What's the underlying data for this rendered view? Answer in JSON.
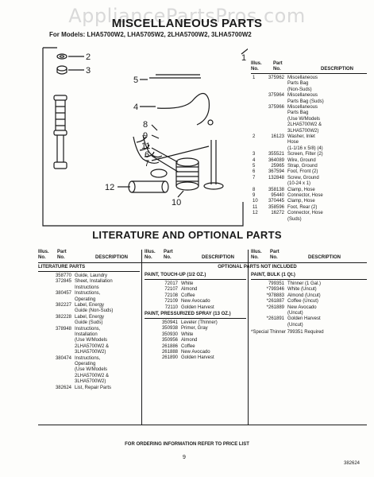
{
  "watermark": "AppliancePartsPros.com",
  "title": "MISCELLANEOUS PARTS",
  "models": "For Models: LHA5700W2, LHA5705W2, 2LHA5700W2, 3LHA5700W2",
  "callouts": [
    "2",
    "3",
    "5",
    "4",
    "8",
    "9",
    "11",
    "6",
    "7",
    "10",
    "12",
    "1"
  ],
  "misc_headers": {
    "illus": "Illus.",
    "illus2": "No.",
    "part": "Part",
    "part2": "No.",
    "desc": "DESCRIPTION"
  },
  "misc_rows": [
    {
      "i": "1",
      "p": "375962",
      "d": "Miscellaneous"
    },
    {
      "i": "",
      "p": "",
      "d": "Parts Bag"
    },
    {
      "i": "",
      "p": "",
      "d": "(Non-Suds)"
    },
    {
      "i": "",
      "p": "375964",
      "d": "Miscellaneous"
    },
    {
      "i": "",
      "p": "",
      "d": "Parts Bag (Suds)"
    },
    {
      "i": "",
      "p": "375966",
      "d": "Miscellaneous"
    },
    {
      "i": "",
      "p": "",
      "d": "Parts Bag"
    },
    {
      "i": "",
      "p": "",
      "d": "(Use W/Models"
    },
    {
      "i": "",
      "p": "",
      "d": "2LHA5700W2 &"
    },
    {
      "i": "",
      "p": "",
      "d": "3LHA5700W2)"
    },
    {
      "i": "2",
      "p": "16123",
      "d": "Washer, Inlet"
    },
    {
      "i": "",
      "p": "",
      "d": "Hose"
    },
    {
      "i": "",
      "p": "",
      "d": "(1-1/16 x 5/8) (4)"
    },
    {
      "i": "3",
      "p": "355521",
      "d": "Screen, Filter (2)"
    },
    {
      "i": "4",
      "p": "364089",
      "d": "Wire, Ground"
    },
    {
      "i": "5",
      "p": "25965",
      "d": "Strap, Ground"
    },
    {
      "i": "6",
      "p": "367594",
      "d": "Foot, Front (2)"
    },
    {
      "i": "7",
      "p": "132848",
      "d": "Screw, Ground"
    },
    {
      "i": "",
      "p": "",
      "d": "(10-24 x 1)"
    },
    {
      "i": "8",
      "p": "358138",
      "d": "Clamp, Hose"
    },
    {
      "i": "9",
      "p": "95440",
      "d": "Connector, Hose"
    },
    {
      "i": "10",
      "p": "370445",
      "d": "Clamp, Hose"
    },
    {
      "i": "11",
      "p": "358596",
      "d": "Foot, Rear (2)"
    },
    {
      "i": "12",
      "p": "16272",
      "d": "Connector, Hose"
    },
    {
      "i": "",
      "p": "",
      "d": "(Suds)"
    }
  ],
  "literature_title": "LITERATURE AND OPTIONAL PARTS",
  "lit_headers": {
    "illus": "Illus.",
    "no": "No.",
    "part": "Part",
    "partno": "No.",
    "desc": "DESCRIPTION"
  },
  "col1_section": "LITERATURE PARTS",
  "col1_rows": [
    {
      "p": "358770",
      "d": "Guide, Laundry"
    },
    {
      "p": "372845",
      "d": "Sheet, Installation"
    },
    {
      "p": "",
      "d": "Instructions"
    },
    {
      "p": "380457",
      "d": "Instructions,"
    },
    {
      "p": "",
      "d": "Operating"
    },
    {
      "p": "382227",
      "d": "Label, Energy"
    },
    {
      "p": "",
      "d": "Guide (Non-Suds)"
    },
    {
      "p": "382228",
      "d": "Label, Energy"
    },
    {
      "p": "",
      "d": "Guide (Suds)"
    },
    {
      "p": "378948",
      "d": "Instructions,"
    },
    {
      "p": "",
      "d": "Installation"
    },
    {
      "p": "",
      "d": "(Use W/Models"
    },
    {
      "p": "",
      "d": "2LHA5700W2 &"
    },
    {
      "p": "",
      "d": "3LHA5700W2)"
    },
    {
      "p": "380474",
      "d": "Instructions,"
    },
    {
      "p": "",
      "d": "Operating"
    },
    {
      "p": "",
      "d": "(Use W/Models"
    },
    {
      "p": "",
      "d": "2LHA5700W2 &"
    },
    {
      "p": "",
      "d": "3LHA5700W2)"
    },
    {
      "p": "382624",
      "d": "List, Repair Parts"
    }
  ],
  "optional_header": "OPTIONAL PARTS NOT INCLUDED",
  "touchup_title": "PAINT, TOUCH-UP (1/2 OZ.)",
  "touchup_rows": [
    {
      "p": "72017",
      "d": "White"
    },
    {
      "p": "72107",
      "d": "Almond"
    },
    {
      "p": "72108",
      "d": "Coffee"
    },
    {
      "p": "72109",
      "d": "New Avocado"
    },
    {
      "p": "72110",
      "d": "Golden Harvest"
    }
  ],
  "spray_title": "PAINT, PRESSURIZED SPRAY (13 OZ.)",
  "spray_rows": [
    {
      "p": "350941",
      "d": "Leveler (Thinner)"
    },
    {
      "p": "350938",
      "d": "Primer, Gray"
    },
    {
      "p": "350930",
      "d": "White"
    },
    {
      "p": "350956",
      "d": "Almond"
    },
    {
      "p": "261886",
      "d": "Coffee"
    },
    {
      "p": "261888",
      "d": "New Avocado"
    },
    {
      "p": "261890",
      "d": "Golden Harvest"
    }
  ],
  "bulk_title": "PAINT, BULK (1 Qt.)",
  "bulk_rows": [
    {
      "p": "799351",
      "d": "Thinner (1 Gal.)"
    },
    {
      "p": "*799346",
      "d": "White (Uncut)"
    },
    {
      "p": "*978883",
      "d": "Almond (Uncut)"
    },
    {
      "p": "*261887",
      "d": "Coffee (Uncut)"
    },
    {
      "p": "*261889",
      "d": "New Avocado"
    },
    {
      "p": "",
      "d": "(Uncut)"
    },
    {
      "p": "*261891",
      "d": "Golden Harvest"
    },
    {
      "p": "",
      "d": "(Uncut)"
    }
  ],
  "bulk_note": "*Special Thinner 799351 Required",
  "footer": "FOR ORDERING INFORMATION REFER TO PRICE LIST",
  "page_number": "9",
  "doc_number": "382624"
}
